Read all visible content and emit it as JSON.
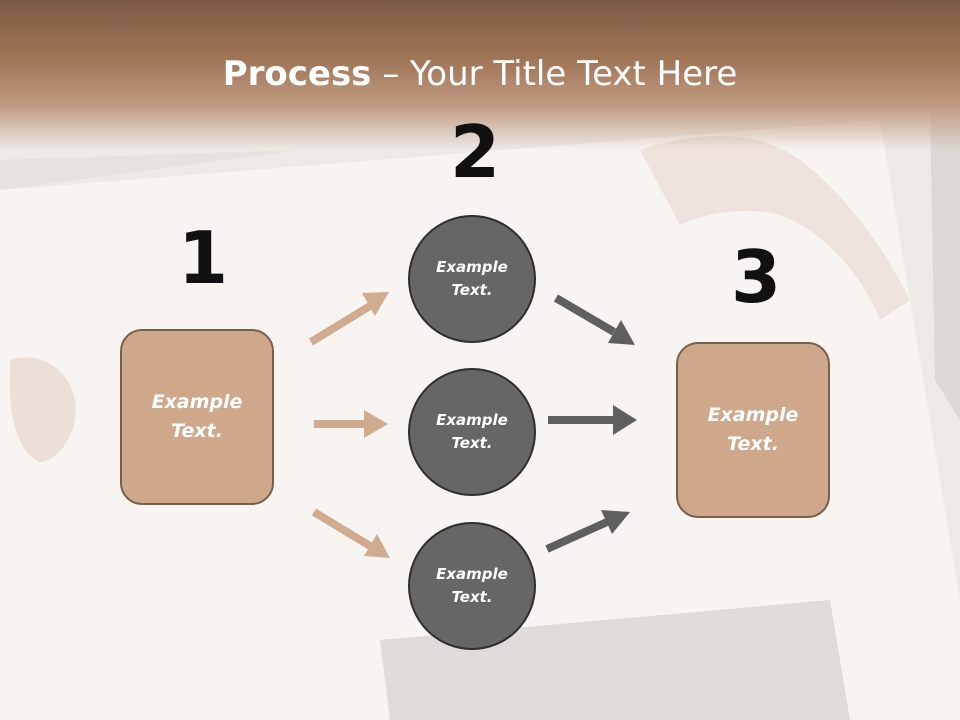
{
  "title": {
    "bold": "Process",
    "rest": " – Your Title Text Here"
  },
  "steps": {
    "one": "1",
    "two": "2",
    "three": "3"
  },
  "box_left": "Example\nText.",
  "box_right": "Example\nText.",
  "circles": [
    "Example\nText.",
    "Example\nText.",
    "Example\nText."
  ],
  "colors": {
    "accent": "#cfa88c",
    "circle": "#666666",
    "header": "#a07558"
  }
}
